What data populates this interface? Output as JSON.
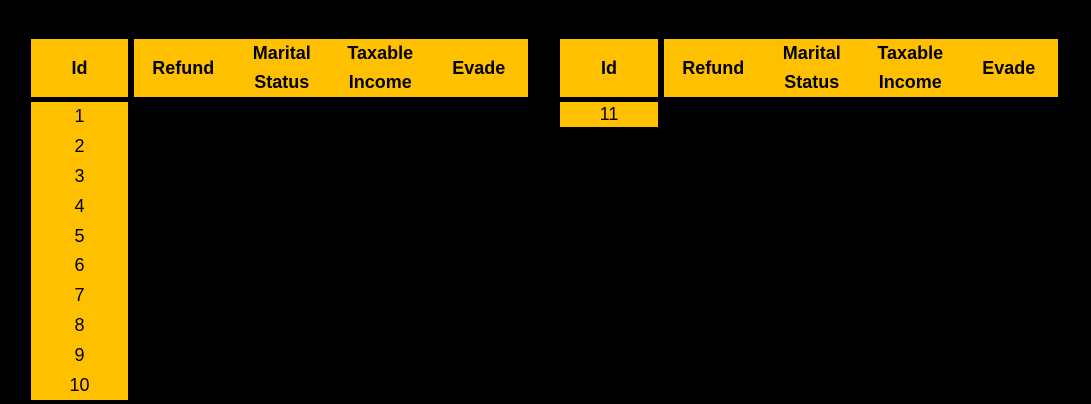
{
  "colors": {
    "background": "#000000",
    "table_fill": "#FFC000",
    "text": "#000000"
  },
  "chart_data": [
    {
      "type": "table",
      "name": "left-table",
      "columns": [
        "Id",
        "Refund",
        "Marital Status",
        "Taxable Income",
        "Evade"
      ],
      "rows": [
        [
          "1",
          "",
          "",
          "",
          ""
        ],
        [
          "2",
          "",
          "",
          "",
          ""
        ],
        [
          "3",
          "",
          "",
          "",
          ""
        ],
        [
          "4",
          "",
          "",
          "",
          ""
        ],
        [
          "5",
          "",
          "",
          "",
          ""
        ],
        [
          "6",
          "",
          "",
          "",
          ""
        ],
        [
          "7",
          "",
          "",
          "",
          ""
        ],
        [
          "8",
          "",
          "",
          "",
          ""
        ],
        [
          "9",
          "",
          "",
          "",
          ""
        ],
        [
          "10",
          "",
          "",
          "",
          ""
        ]
      ]
    },
    {
      "type": "table",
      "name": "right-table",
      "columns": [
        "Id",
        "Refund",
        "Marital Status",
        "Taxable Income",
        "Evade"
      ],
      "rows": [
        [
          "11",
          "",
          "",
          "",
          ""
        ]
      ]
    }
  ]
}
